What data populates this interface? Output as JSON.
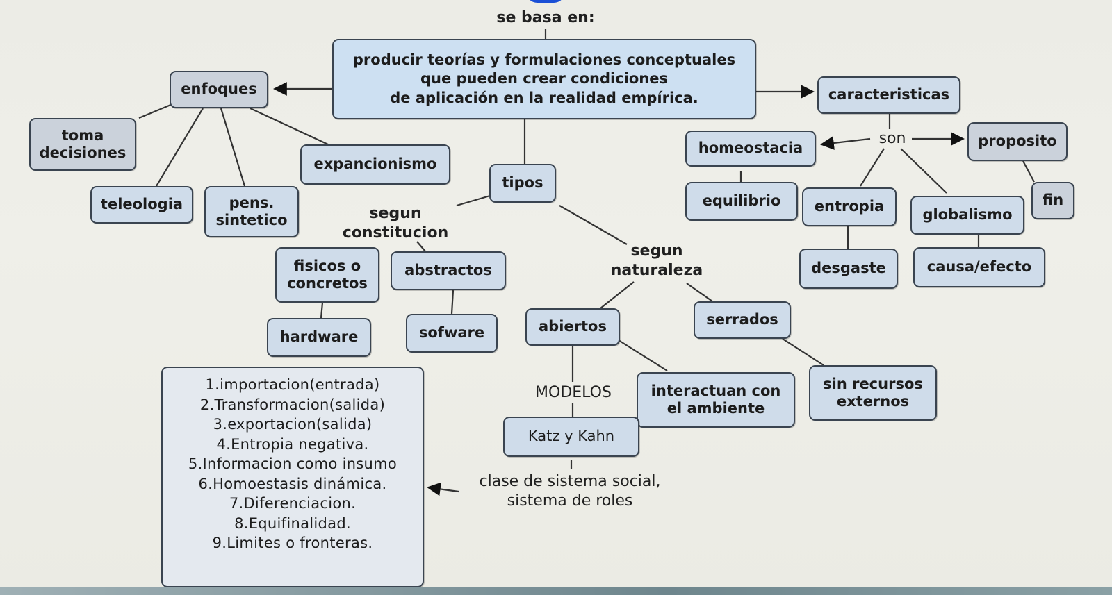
{
  "header_label": "se basa en:",
  "central": "producir teorías y formulaciones conceptuales\nque pueden crear condiciones\nde aplicación en la realidad empírica.",
  "enfoques": {
    "title": "enfoques",
    "items": [
      "toma\ndecisiones",
      "teleologia",
      "pens.\nsintetico",
      "expancionismo"
    ]
  },
  "tipos": {
    "title": "tipos",
    "constitucion_label": "segun\nconstitucion",
    "fisicos": "fisicos o\nconcretos",
    "abstractos": "abstractos",
    "hardware": "hardware",
    "sofware": "sofware",
    "naturaleza_label": "segun\nnaturaleza",
    "abiertos": "abiertos",
    "serrados": "serrados",
    "interactuan": "interactuan con\nel ambiente",
    "sin_recursos": "sin recursos\nexternos",
    "modelos_label": "MODELOS",
    "katz": "Katz y Kahn",
    "clase_label": "clase de sistema social,\nsistema de roles"
  },
  "list_items": [
    "1.importacion(entrada)",
    "2.Transformacion(salida)",
    "3.exportacion(salida)",
    "4.Entropia negativa.",
    "5.Informacion como insumo",
    "6.Homoestasis dinámica.",
    "7.Diferenciacion.",
    "8.Equifinalidad.",
    "9.Limites  o fronteras."
  ],
  "caracteristicas": {
    "title": "caracteristicas",
    "son_label": "son",
    "homeostacia": "homeostacia",
    "equilibrio": "equilibrio",
    "proposito": "proposito",
    "fin": "fin",
    "entropia": "entropia",
    "desgaste": "desgaste",
    "globalismo": "globalismo",
    "causa": "causa/efecto"
  }
}
